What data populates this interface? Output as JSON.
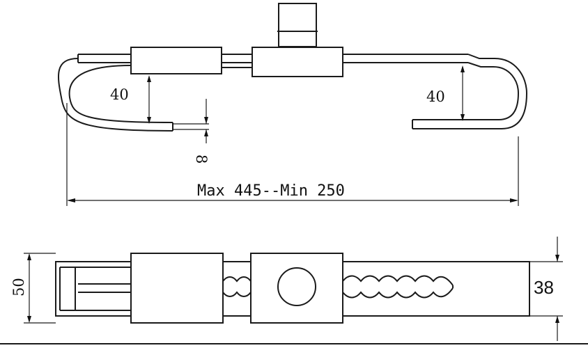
{
  "diagram": {
    "top_view": {
      "hook_depth_left": "40",
      "hook_depth_right": "40",
      "rod_thickness": "8",
      "length_range": "Max 445--Min 250"
    },
    "bottom_view": {
      "overall_height": "50",
      "bar_height": "38"
    }
  }
}
